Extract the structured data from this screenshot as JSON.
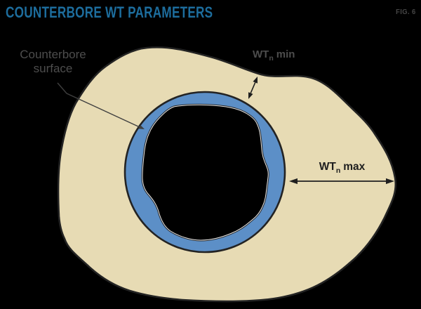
{
  "header": {
    "title": "COUNTERBORE WT PARAMETERS",
    "figure_label": "FIG. 6"
  },
  "diagram": {
    "labels": {
      "counterbore_surface_line1": "Counterbore",
      "counterbore_surface_line2": "surface",
      "wt_min": {
        "base": "WT",
        "sub": "n",
        "rest": "min"
      },
      "wt_max": {
        "base": "WT",
        "sub": "n",
        "rest": "max"
      }
    },
    "colors": {
      "background": "#000000",
      "pipe_body": "#e7dbb4",
      "counterbore_ring": "#5c8fc7",
      "outline": "#232323",
      "bore_fill": "#000000",
      "bore_rim": "#e9e9e9",
      "leader_line": "#3f3f3f",
      "arrow_dark": "#1f1f1f",
      "title": "#1d6d9d",
      "figure_label": "#454545",
      "label_gray": "#4d4d4d",
      "label_dark": "#1e1e1e"
    }
  }
}
